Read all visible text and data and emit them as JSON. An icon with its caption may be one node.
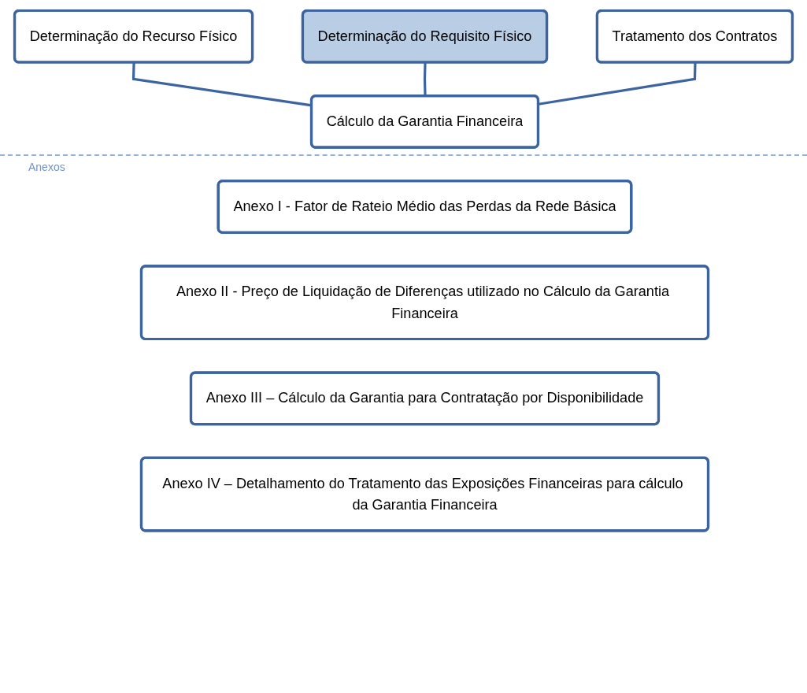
{
  "diagram": {
    "nodes": [
      {
        "text": [
          "Determinação do Recurso Físico"
        ]
      },
      {
        "text": [
          "Determinação do Requisito Físico"
        ]
      },
      {
        "text": [
          "Tratamento dos Contratos"
        ]
      },
      {
        "text": [
          "Cálculo da Garantia Financeira"
        ]
      },
      {
        "text": [
          "Anexo I - Fator de Rateio Médio das Perdas da Rede Básica"
        ]
      },
      {
        "text": [
          "Anexo II - Preço de Liquidação de Diferenças utilizado no Cálculo da Garantia Financeira"
        ]
      },
      {
        "text": [
          "Anexo III – Cálculo da Garantia para Contratação por Disponibilidade"
        ]
      },
      {
        "text": [
          "Anexo IV – Detalhamento do Tratamento das Exposições Financeiras para cálculo da Garantia Financeira"
        ]
      }
    ],
    "edges": [
      {
        "from": 0,
        "to": 3,
        "arrow": "none"
      },
      {
        "from": 1,
        "to": 3,
        "arrow": "none"
      },
      {
        "from": 2,
        "to": 3,
        "arrow": "none"
      }
    ],
    "labels": [
      "Anexos"
    ]
  }
}
